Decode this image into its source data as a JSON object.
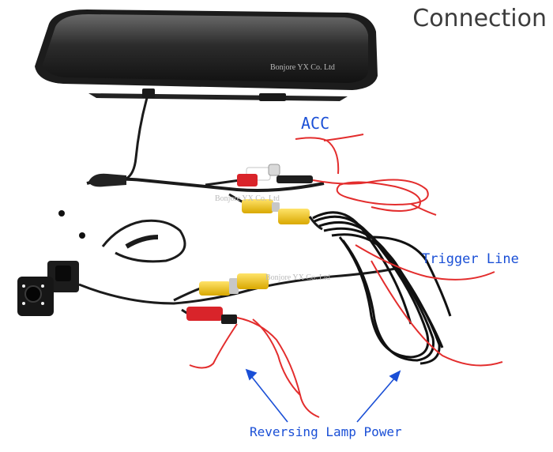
{
  "title": "Connection",
  "labels": {
    "acc": "ACC",
    "trigger": "Trigger Line",
    "reversing": "Reversing Lamp Power"
  },
  "watermark": "Bonjore YX Co. Ltd",
  "colors": {
    "label_blue": "#1a4fd6",
    "title_gray": "#3c3c3c",
    "wire_red": "#e32d2d",
    "cable_black": "#1b1b1b",
    "rca_yellow": "#f2c20f",
    "rca_red": "#d9242a"
  }
}
